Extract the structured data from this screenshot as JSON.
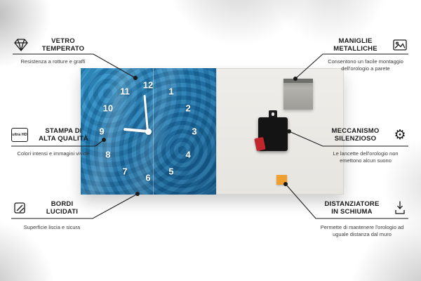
{
  "features": {
    "left": [
      {
        "title_lines": [
          "VETRO",
          "TEMPERATO"
        ],
        "subtitle": "Resistenza a rotture e graffi",
        "icon": "diamond-icon"
      },
      {
        "title_lines": [
          "STAMPA DI",
          "ALTA QUALITÀ"
        ],
        "subtitle": "Colori intensi e immagini vivide",
        "icon": "ultra-hd-icon",
        "icon_label": "ultra HD"
      },
      {
        "title_lines": [
          "BORDI",
          "LUCIDATI"
        ],
        "subtitle": "Superficie liscia e sicura",
        "icon": "polished-edge-icon"
      }
    ],
    "right": [
      {
        "title_lines": [
          "MANIGLIE",
          "METALLICHE"
        ],
        "subtitle": "Consentono un facile montaggio dell'orologio a parete",
        "icon": "picture-frame-icon"
      },
      {
        "title_lines": [
          "MECCANISMO",
          "SILENZIOSO"
        ],
        "subtitle": "Le lancette dell'orologio non emettono alcun suono",
        "icon": "gear-icon",
        "icon_glyph": "⚙"
      },
      {
        "title_lines": [
          "DISTANZIATORE",
          "IN SCHIUMA"
        ],
        "subtitle": "Permette di mantenere l'orologio ad uguale distanza dal muro",
        "icon": "foam-spacer-icon"
      }
    ]
  },
  "product": {
    "clock_numbers": [
      "12",
      "1",
      "2",
      "3",
      "4",
      "5",
      "6",
      "7",
      "8",
      "9",
      "10",
      "11"
    ],
    "colors": {
      "face_blue": "#1c77b0",
      "back_gray": "#eceae6",
      "mechanism_black": "#141414",
      "battery_red": "#c0272d",
      "foam_orange": "#f0a030",
      "line_dark": "#1a1a1a"
    }
  }
}
